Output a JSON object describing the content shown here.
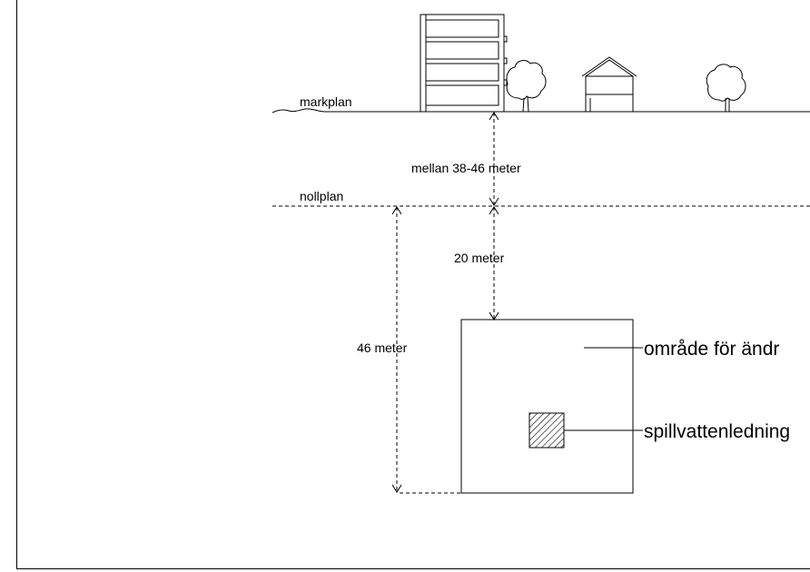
{
  "labels": {
    "markplan": "markplan",
    "nollplan": "nollplan",
    "upper_dimension": "mellan 38-46 meter",
    "middle_dimension": "20 meter",
    "total_depth": "46 meter",
    "area_label": "område för ändr",
    "pipe_label": "spillvattenledning"
  },
  "colors": {
    "line": "#000000",
    "background": "#ffffff"
  }
}
